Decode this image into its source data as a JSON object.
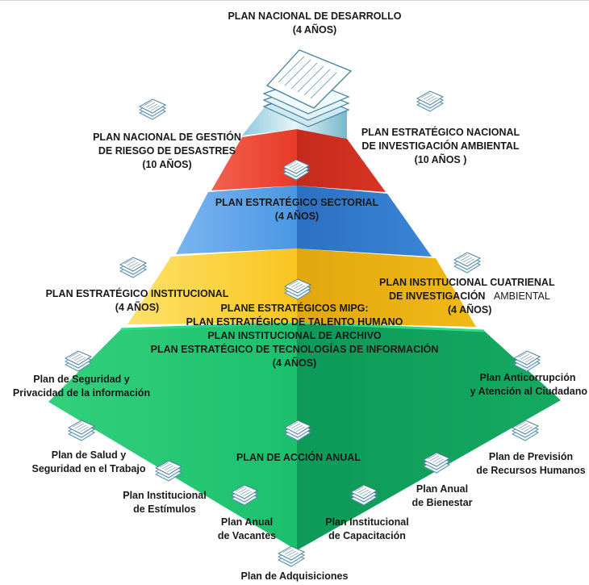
{
  "diagram": {
    "colors": {
      "top_level": "#c5e6f0",
      "red_level": "#e8392b",
      "blue_level": "#3d8fdd",
      "yellow_level": "#f7c21c",
      "green_level": "#19b66a"
    },
    "icon": "document-stack-icon",
    "labels": {
      "pnd": {
        "line1": "PLAN NACIONAL DE DESARROLLO",
        "line2": "(4 AÑOS)"
      },
      "pngrd": {
        "line1": "PLAN NACIONAL DE GESTIÓN",
        "line2": "DE RIESGO DE DESASTRES",
        "line3": "(10 AÑOS)"
      },
      "penia": {
        "line1": "PLAN ESTRATÉGICO NACIONAL",
        "line2": "DE INVESTIGACIÓN AMBIENTAL",
        "line3": "(10 AÑOS )"
      },
      "pes": {
        "line1": "PLAN ESTRATÉGICO SECTORIAL",
        "line2": "(4 AÑOS)"
      },
      "pei": {
        "line1": "PLAN ESTRATÉGICO INSTITUCIONAL",
        "line2": "(4 AÑOS)"
      },
      "pici": {
        "line1": "PLAN INSTITUCIONAL CUATRIENAL",
        "line2a": "DE INVESTIGACIÓN",
        "line2b": "AMBIENTAL",
        "line3": "(4 AÑOS)"
      },
      "mipg": {
        "line1": "PLANE ESTRATÉGICOS MIPG:",
        "line2": "PLAN ESTRATÉGICO DE TALENTO HUMANO",
        "line3": "PLAN INSTITUCIONAL DE ARCHIVO",
        "line4": "PLAN ESTRATÉGICO DE TECNOLOGÍAS DE INFORMACIÓN",
        "line5": "(4 AÑOS)"
      },
      "paa": "PLAN DE ACCIÓN ANUAL",
      "seguridad_info": {
        "line1": "Plan de Seguridad y",
        "line2": "Privacidad de la información"
      },
      "anticorrupcion": {
        "line1": "Plan Anticorrupción",
        "line2": "y Atención al Ciudadano"
      },
      "salud": {
        "line1": "Plan de Salud y",
        "line2": "Seguridad en el Trabajo"
      },
      "prevision": {
        "line1": "Plan de Previsión",
        "line2": "de Recursos Humanos"
      },
      "estimulos": {
        "line1": "Plan Institucional",
        "line2": "de Estímulos"
      },
      "bienestar": {
        "line1": "Plan Anual",
        "line2": "de Bienestar"
      },
      "vacantes": {
        "line1": "Plan Anual",
        "line2": "de Vacantes"
      },
      "capacitacion": {
        "line1": "Plan Institucional",
        "line2": "de Capacitación"
      },
      "adquisiciones": "Plan de Adquisiciones"
    }
  }
}
